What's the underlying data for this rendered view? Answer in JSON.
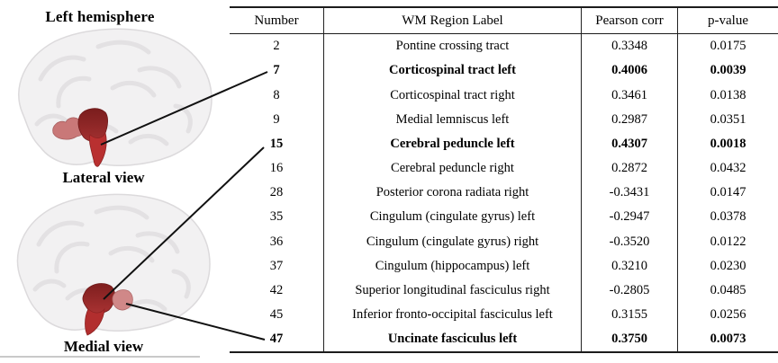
{
  "panel": {
    "title": "Left hemisphere",
    "lateral_label": "Lateral view",
    "medial_label": "Medial view"
  },
  "table": {
    "headers": [
      "Number",
      "WM Region Label",
      "Pearson corr",
      "p-value"
    ],
    "rows": [
      {
        "number": "2",
        "label": "Pontine crossing tract",
        "pearson": "0.3348",
        "pvalue": "0.0175",
        "bold": false
      },
      {
        "number": "7",
        "label": "Corticospinal tract left",
        "pearson": "0.4006",
        "pvalue": "0.0039",
        "bold": true
      },
      {
        "number": "8",
        "label": "Corticospinal tract right",
        "pearson": "0.3461",
        "pvalue": "0.0138",
        "bold": false
      },
      {
        "number": "9",
        "label": "Medial lemniscus left",
        "pearson": "0.2987",
        "pvalue": "0.0351",
        "bold": false
      },
      {
        "number": "15",
        "label": "Cerebral peduncle left",
        "pearson": "0.4307",
        "pvalue": "0.0018",
        "bold": true
      },
      {
        "number": "16",
        "label": "Cerebral peduncle right",
        "pearson": "0.2872",
        "pvalue": "0.0432",
        "bold": false
      },
      {
        "number": "28",
        "label": "Posterior corona radiata right",
        "pearson": "-0.3431",
        "pvalue": "0.0147",
        "bold": false
      },
      {
        "number": "35",
        "label": "Cingulum (cingulate gyrus) left",
        "pearson": "-0.2947",
        "pvalue": "0.0378",
        "bold": false
      },
      {
        "number": "36",
        "label": "Cingulum (cingulate gyrus) right",
        "pearson": "-0.3520",
        "pvalue": "0.0122",
        "bold": false
      },
      {
        "number": "37",
        "label": "Cingulum (hippocampus) left",
        "pearson": "0.3210",
        "pvalue": "0.0230",
        "bold": false
      },
      {
        "number": "42",
        "label": "Superior longitudinal fasciculus right",
        "pearson": "-0.2805",
        "pvalue": "0.0485",
        "bold": false
      },
      {
        "number": "45",
        "label": "Inferior fronto-occipital fasciculus left",
        "pearson": "0.3155",
        "pvalue": "0.0256",
        "bold": false
      },
      {
        "number": "47",
        "label": "Uncinate fasciculus left",
        "pearson": "0.3750",
        "pvalue": "0.0073",
        "bold": true
      }
    ]
  },
  "colors": {
    "dark_red_region": "#8e2424",
    "bright_red_region": "#b93030",
    "pink_region": "#cd8282",
    "connector_line": "#111111",
    "table_border": "#1c1c1c",
    "brain_fill": "#f2f1f2",
    "brain_fold": "#e3e1e3",
    "faint_edge_line": "#c9c9c9"
  }
}
